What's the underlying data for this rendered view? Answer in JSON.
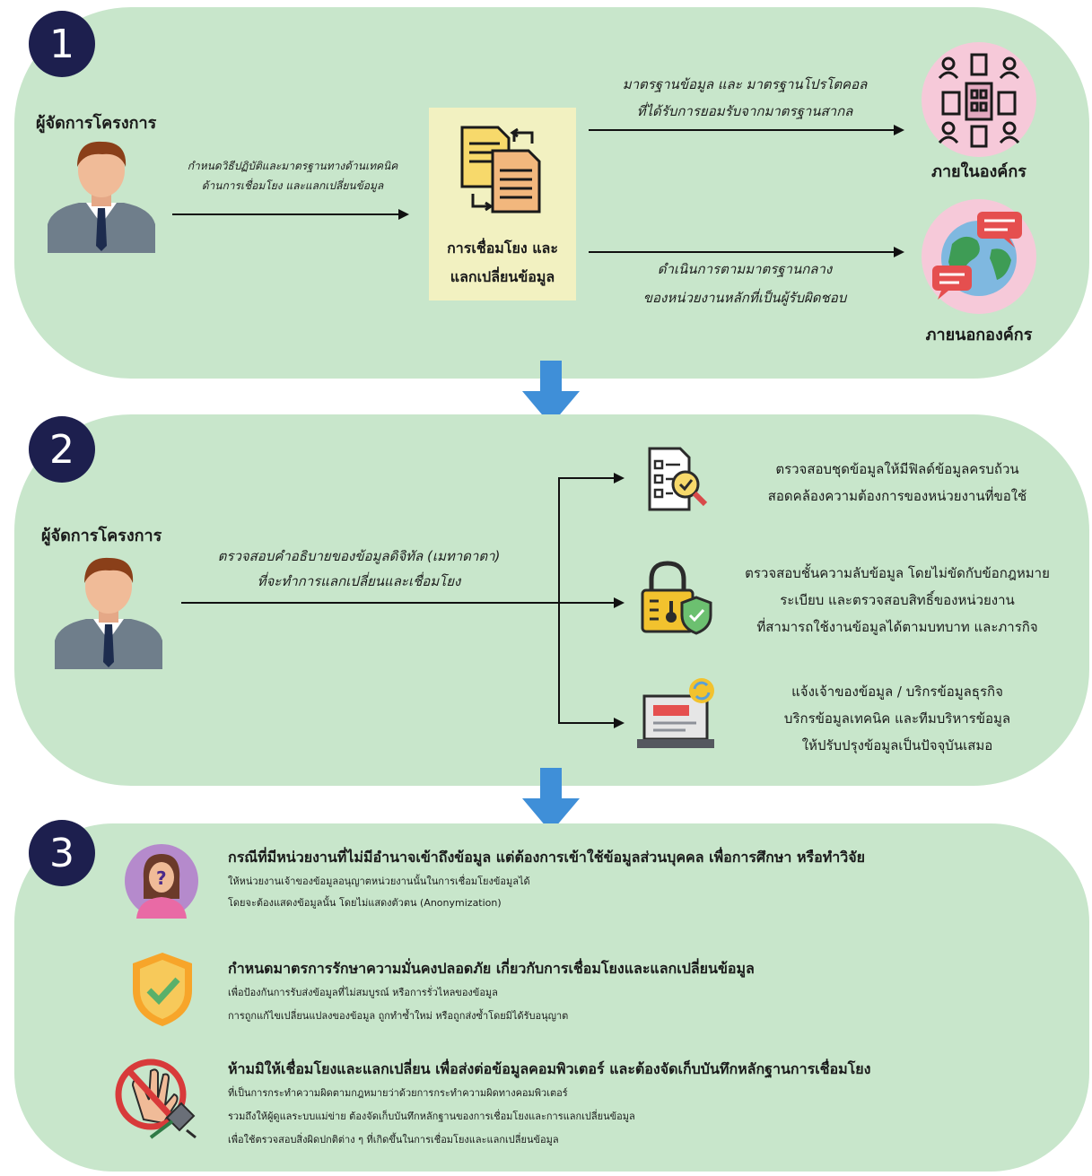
{
  "step1": {
    "number": "1",
    "manager_label": "ผู้จัดการโครงการ",
    "manager_text_line1": "กำหนดวิธีปฏิบัติและมาตรฐานทางด้านเทคนิค",
    "manager_text_line2": "ด้านการเชื่อมโยง และแลกเปลี่ยนข้อมูล",
    "center_line1": "การเชื่อมโยง และ",
    "center_line2": "แลกเปลี่ยนข้อมูล",
    "top_arrow_line1": "มาตรฐานข้อมูล และ มาตรฐานโปรโตคอล",
    "top_arrow_line2": "ที่ได้รับการยอมรับจากมาตรฐานสากล",
    "bottom_arrow_line1": "ดำเนินการตามมาตรฐานกลาง",
    "bottom_arrow_line2": "ของหน่วยงานหลักที่เป็นผู้รับผิดชอบ",
    "internal_label": "ภายในองค์กร",
    "external_label": "ภายนอกองค์กร"
  },
  "step2": {
    "number": "2",
    "manager_label": "ผู้จัดการโครงการ",
    "arrow_line1": "ตรวจสอบคำอธิบายของข้อมูลดิจิทัล (เมทาดาตา)",
    "arrow_line2": "ที่จะทำการแลกเปลี่ยนและเชื่อมโยง",
    "item1_line1": "ตรวจสอบชุดข้อมูลให้มีฟิลด์ข้อมูลครบถ้วน",
    "item1_line2": "สอดคล้องความต้องการของหน่วยงานที่ขอใช้",
    "item2_line1": "ตรวจสอบชั้นความลับข้อมูล โดยไม่ขัดกับข้อกฎหมาย",
    "item2_line2": "ระเบียบ และตรวจสอบสิทธิ์ของหน่วยงาน",
    "item2_line3": "ที่สามารถใช้งานข้อมูลได้ตามบทบาท และภารกิจ",
    "item3_line1": "แจ้งเจ้าของข้อมูล / บริกรข้อมูลธุรกิจ",
    "item3_line2": "บริกรข้อมูลเทคนิค และทีมบริหารข้อมูล",
    "item3_line3": "ให้ปรับปรุงข้อมูลเป็นปัจจุบันเสมอ"
  },
  "step3": {
    "number": "3",
    "item1_title": "กรณีที่มีหน่วยงานที่ไม่มีอำนาจเข้าถึงข้อมูล แต่ต้องการเข้าใช้ข้อมูลส่วนบุคคล เพื่อการศึกษา หรือทำวิจัย",
    "item1_line1": "ให้หน่วยงานเจ้าของข้อมูลอนุญาตหน่วยงานนั้นในการเชื่อมโยงข้อมูลได้",
    "item1_line2": "โดยจะต้องแสดงข้อมูลนั้น โดยไม่แสดงตัวตน (Anonymization)",
    "item2_title": "กำหนดมาตรการรักษาความมั่นคงปลอดภัย เกี่ยวกับการเชื่อมโยงและแลกเปลี่ยนข้อมูล",
    "item2_line1": "เพื่อป้องกันการรับส่งข้อมูลที่ไม่สมบูรณ์ หรือการรั่วไหลของข้อมูล",
    "item2_line2": "การถูกแก้ไขเปลี่ยนแปลงของข้อมูล ถูกทำซ้ำใหม่ หรือถูกส่งซ้ำโดยมิได้รับอนุญาต",
    "item3_title": "ห้ามมิให้เชื่อมโยงและแลกเปลี่ยน เพื่อส่งต่อข้อมูลคอมพิวเตอร์ และต้องจัดเก็บบันทึกหลักฐานการเชื่อมโยง",
    "item3_line1": "ที่เป็นการกระทำความผิดตามกฎหมายว่าด้วยการกระทำความผิดทางคอมพิวเตอร์",
    "item3_line2": "รวมถึงให้ผู้ดูแลระบบแม่ข่าย ต้องจัดเก็บบันทึกหลักฐานของการเชื่อมโยงและการแลกเปลี่ยนข้อมูล",
    "item3_line3": "เพื่อใช้ตรวจสอบสิ่งผิดปกติต่าง ๆ ที่เกิดขึ้นในการเชื่อมโยงและแลกเปลี่ยนข้อมูล"
  },
  "colors": {
    "panel": "#c8e6cb",
    "badge": "#1d1f4e",
    "flow_arrow": "#3f8fd8",
    "center_box": "#f2f1c1",
    "icon_circle": "#f6c9d9"
  }
}
